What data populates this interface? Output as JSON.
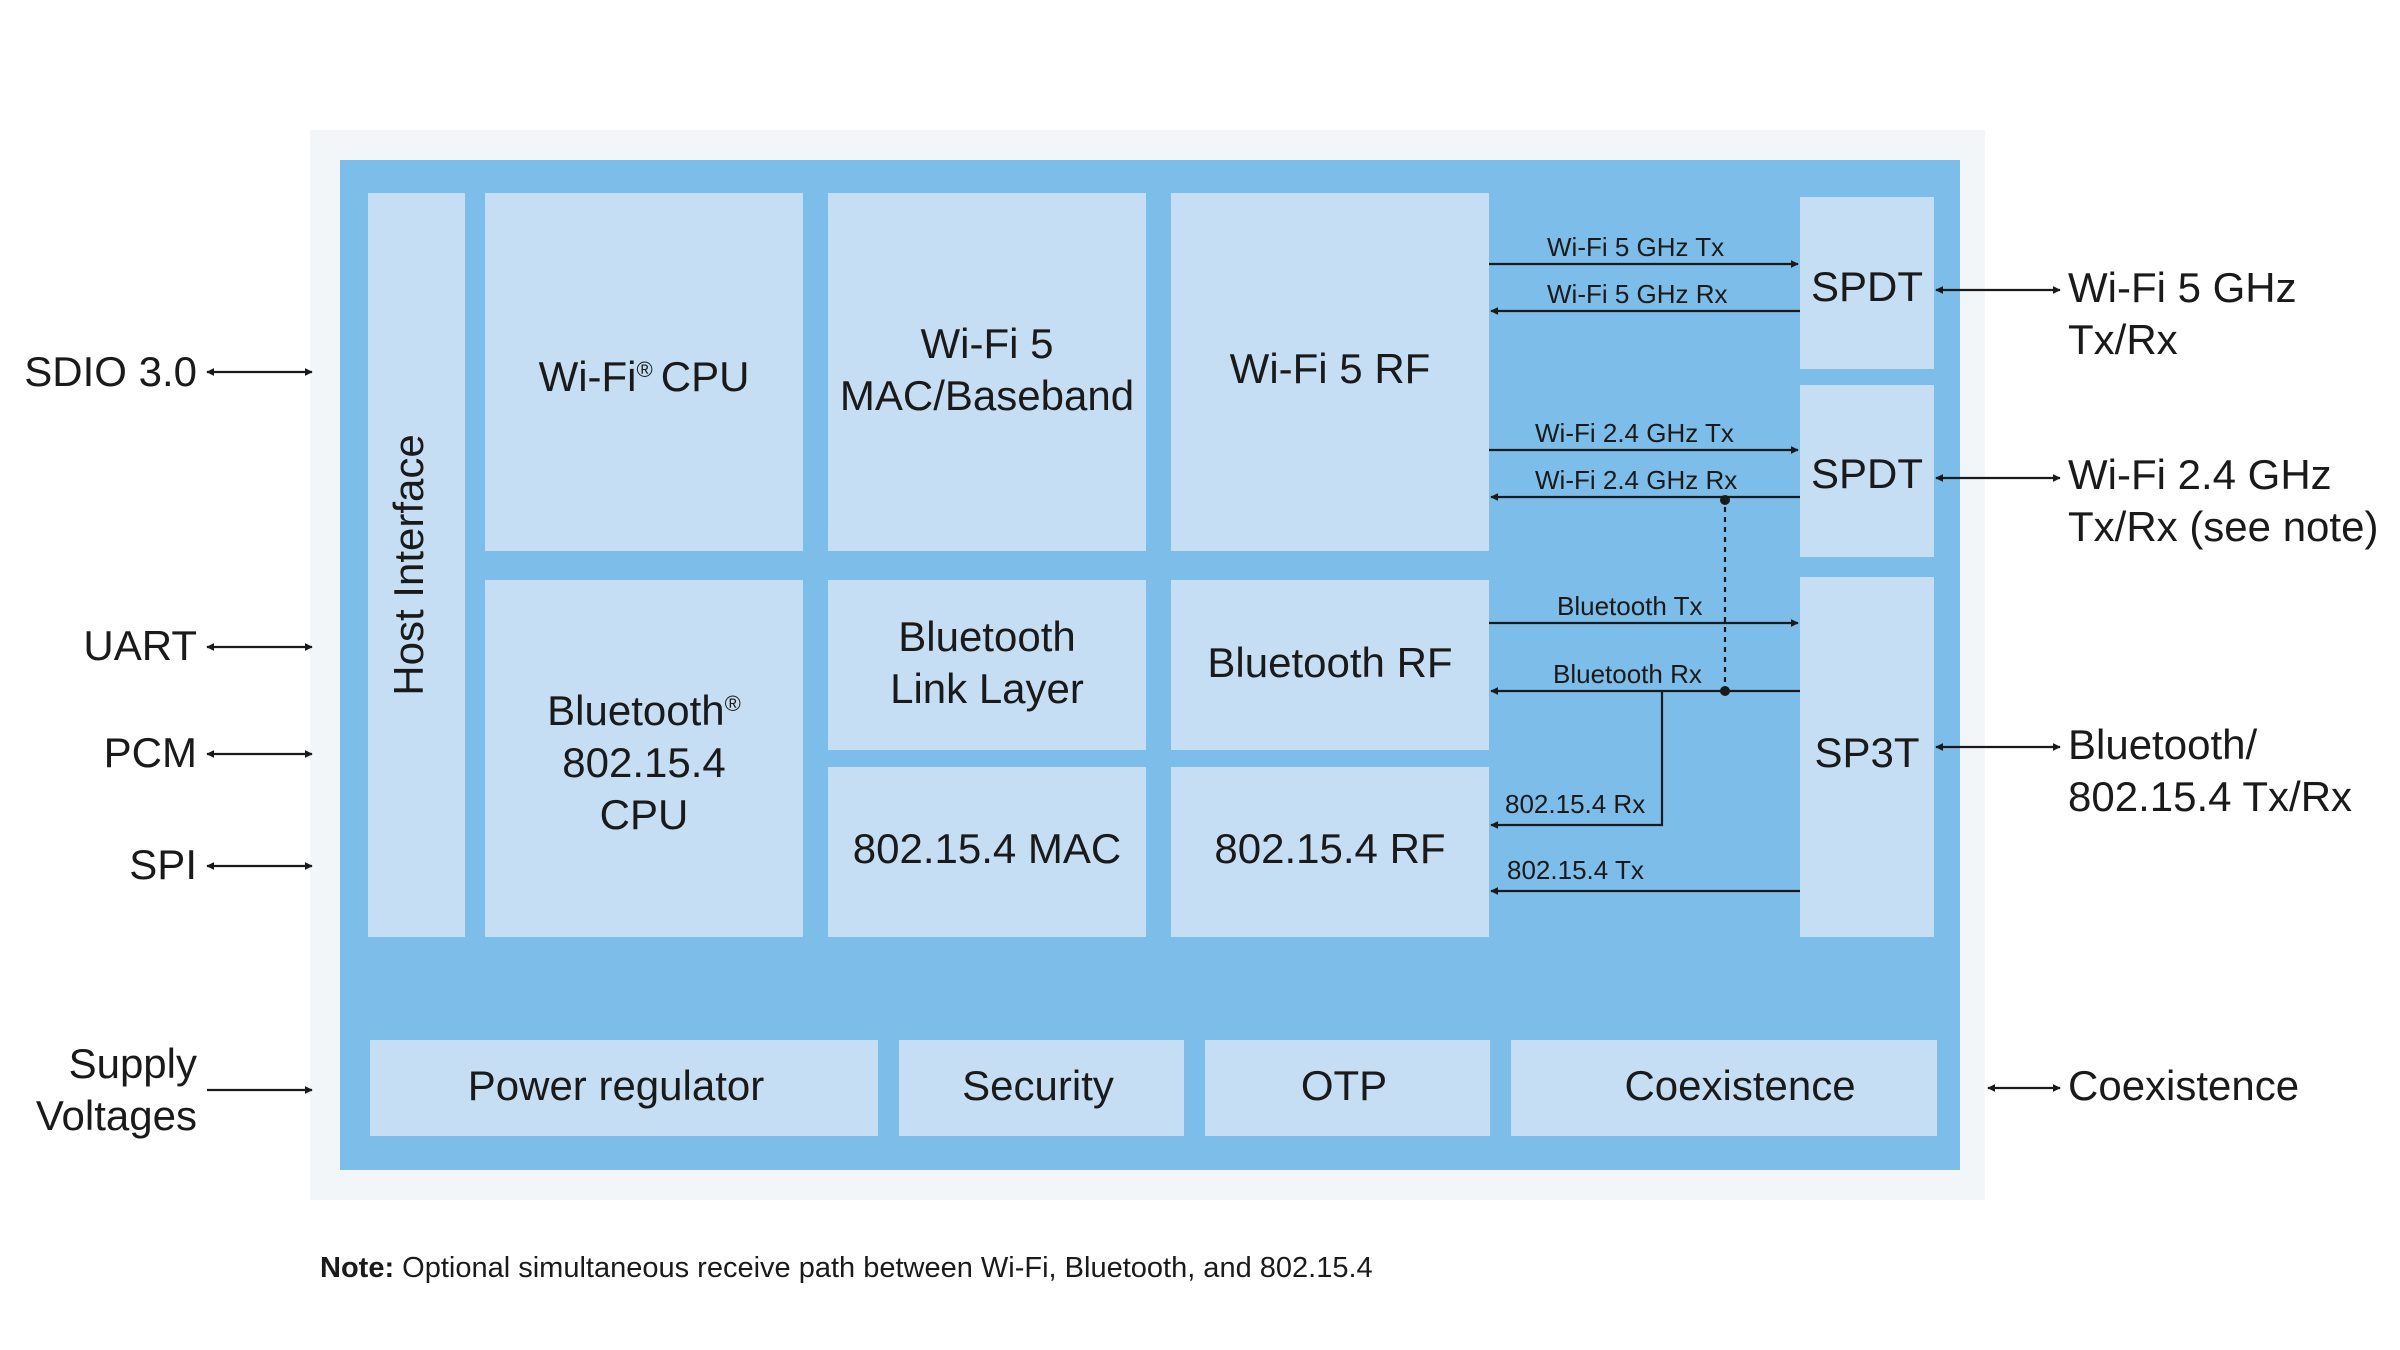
{
  "blocks": {
    "host_interface": "Host Interface",
    "wifi_cpu": "Wi-Fi",
    "wifi_cpu_suffix": "CPU",
    "wifi_mac_line1": "Wi-Fi 5",
    "wifi_mac_line2": "MAC/Baseband",
    "wifi_rf": "Wi-Fi 5 RF",
    "bt_cpu_line1": "Bluetooth",
    "bt_cpu_line2": "802.15.4",
    "bt_cpu_line3": "CPU",
    "bt_ll_line1": "Bluetooth",
    "bt_ll_line2": "Link Layer",
    "bt_rf": "Bluetooth RF",
    "zb_mac": "802.15.4 MAC",
    "zb_rf": "802.15.4 RF",
    "spdt_5g": "SPDT",
    "spdt_24g": "SPDT",
    "sp3t": "SP3T",
    "power_regulator": "Power regulator",
    "security": "Security",
    "otp": "OTP",
    "coexistence": "Coexistence",
    "registered": "®"
  },
  "signals": {
    "wifi5_tx": "Wi-Fi 5 GHz Tx",
    "wifi5_rx": "Wi-Fi 5 GHz Rx",
    "wifi24_tx": "Wi-Fi 2.4 GHz Tx",
    "wifi24_rx": "Wi-Fi 2.4 GHz Rx",
    "bt_tx": "Bluetooth Tx",
    "bt_rx": "Bluetooth Rx",
    "zb_rx": "802.15.4 Rx",
    "zb_tx": "802.15.4 Tx"
  },
  "external": {
    "sdio": "SDIO 3.0",
    "uart": "UART",
    "pcm": "PCM",
    "spi": "SPI",
    "supply_line1": "Supply",
    "supply_line2": "Voltages",
    "wifi5_line1": "Wi-Fi 5 GHz",
    "wifi5_line2": "Tx/Rx",
    "wifi24_line1": "Wi-Fi 2.4 GHz",
    "wifi24_line2": "Tx/Rx (see note)",
    "bt_line1": "Bluetooth/",
    "bt_line2": "802.15.4 Tx/Rx",
    "coex": "Coexistence"
  },
  "note": {
    "label": "Note:",
    "text": "Optional simultaneous receive path between Wi-Fi, Bluetooth, and 802.15.4"
  }
}
